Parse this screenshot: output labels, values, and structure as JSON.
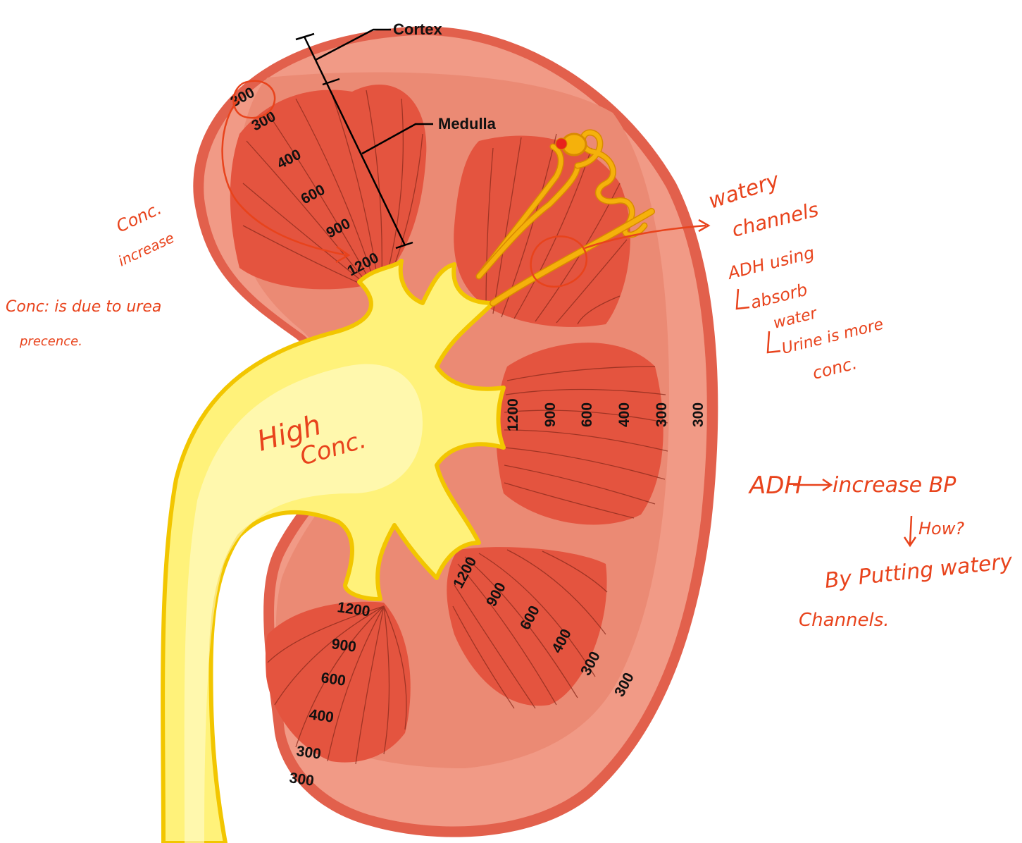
{
  "diagram": {
    "labels": {
      "cortex": "Cortex",
      "medulla": "Medulla"
    },
    "pyramids": {
      "top_left": [
        "300",
        "300",
        "400",
        "600",
        "900",
        "1200"
      ],
      "right_middle": [
        "1200",
        "900",
        "600",
        "400",
        "300",
        "300"
      ],
      "bottom_right": [
        "1200",
        "900",
        "600",
        "400",
        "300",
        "300"
      ],
      "bottom_left": [
        "1200",
        "900",
        "600",
        "400",
        "300",
        "300"
      ]
    },
    "colors": {
      "cortex": "#f19a86",
      "cortex_inner": "#eb8a74",
      "capsule": "#e2604c",
      "pyramid": "#e4543f",
      "pelvis": "#fff27a",
      "pelvis_edge": "#f2c600",
      "nephron": "#f5b10b",
      "annotation": "#e8431c"
    }
  },
  "annotations": {
    "conc_increase": [
      "Conc.",
      "increase"
    ],
    "urea_note": [
      "Conc: is due to urea",
      "precence."
    ],
    "high_conc": [
      "High",
      "Conc."
    ],
    "watery_channels": [
      "watery",
      "channels",
      "ADH using",
      "absorb",
      "water",
      "Urine is more",
      "conc."
    ],
    "adh_bp": [
      "ADH",
      "increase BP",
      "How?",
      "By Putting watery",
      "Channels."
    ]
  }
}
